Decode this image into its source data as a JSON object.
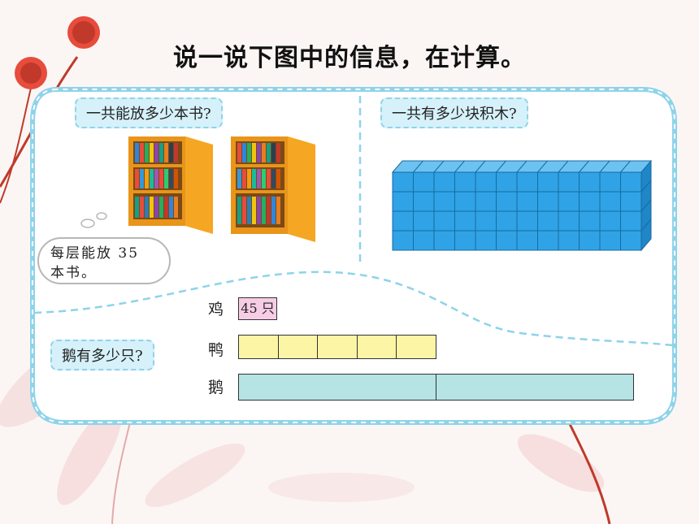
{
  "title": "说一说下图中的信息，在计算。",
  "books_question": "一共能放多少本书?",
  "books_bubble_line1": "每层能放 35",
  "books_bubble_line2": "本书。",
  "blocks_question": "一共有多少块积木?",
  "birds_question": "鹅有多少只?",
  "rows": {
    "chicken_label": "鸡",
    "chicken_value": "45 只",
    "duck_label": "鸭",
    "goose_label": "鹅"
  },
  "colors": {
    "chicken_fill": "#f6cde4",
    "duck_fill": "#fcf5a6",
    "goose_fill": "#b6e3e4",
    "cube_fill": "#2fa3e6",
    "frame_border": "#8ed3ea"
  }
}
